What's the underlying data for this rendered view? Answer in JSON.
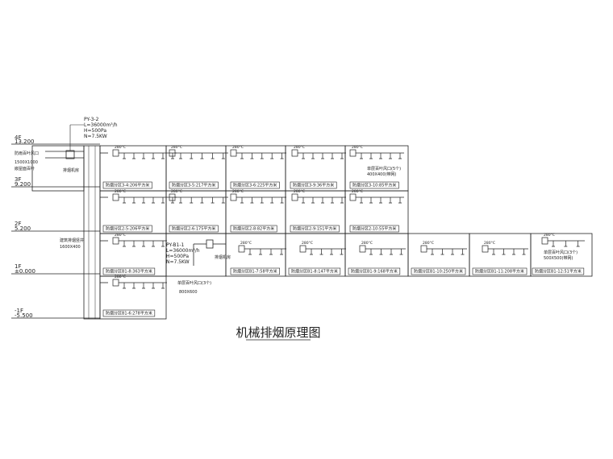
{
  "title": "机械排烟原理图",
  "floors": [
    {
      "name": "4F",
      "elev": "13.200"
    },
    {
      "name": "3F",
      "elev": "9.200"
    },
    {
      "name": "2F",
      "elev": "5.200"
    },
    {
      "name": "1F",
      "elev": "±0.000"
    },
    {
      "name": "-1F",
      "elev": "-5.500"
    }
  ],
  "fan_top": {
    "id": "PY-3-2",
    "flow": "L=36000m³/h",
    "pressure": "H=500Pa",
    "power": "N=7.5KW"
  },
  "fan_b1": {
    "id": "PY-B1-1",
    "flow": "L=36000m³/h",
    "pressure": "H=500Pa",
    "power": "N=7.5KW"
  },
  "roof_louver": {
    "line1": "防雨百叶风口",
    "line2": "1500X1000",
    "line3": "嵌屋面百叶"
  },
  "fan_room": "排烟机房",
  "fan_room_b1": "排烟机房",
  "shaft_label": {
    "line1": "建筑排烟竖井",
    "line2": "1600X400"
  },
  "b1_outlet": {
    "line1": "单层百叶风口(3个)",
    "line2": "800X600"
  },
  "zone3_10_outlet": {
    "line1": "单层百叶风口(5个)",
    "line2": "400X400(带网)"
  },
  "zone_b1_12_outlet": {
    "line1": "单层百叶风口(3个)",
    "line2": "500X500(带网)"
  },
  "damper_temp": "280°C",
  "zones": [
    {
      "label": "防烟分区3-4:206平方米"
    },
    {
      "label": "防烟分区3-5:217平方米"
    },
    {
      "label": "防烟分区3-6:225平方米"
    },
    {
      "label": "防烟分区3-9:36平方米"
    },
    {
      "label": "防烟分区3-10:85平方米"
    },
    {
      "label": "防烟分区2-5:206平方米"
    },
    {
      "label": "防烟分区2-6:175平方米"
    },
    {
      "label": "防烟分区2-8:82平方米"
    },
    {
      "label": "防烟分区2-9:151平方米"
    },
    {
      "label": "防烟分区2-10:55平方米"
    },
    {
      "label": "防烟分区B1-8:363平方米"
    },
    {
      "label": "防烟分区B1-7:58平方米"
    },
    {
      "label": "防烟分区B1-8:147平方米"
    },
    {
      "label": "防烟分区B1-9:168平方米"
    },
    {
      "label": "防烟分区B1-10:250平方米"
    },
    {
      "label": "防烟分区B1-11:208平方米"
    },
    {
      "label": "防烟分区B1-12:51平方米"
    },
    {
      "label": "防烟分区B1-6:278平方米"
    }
  ]
}
